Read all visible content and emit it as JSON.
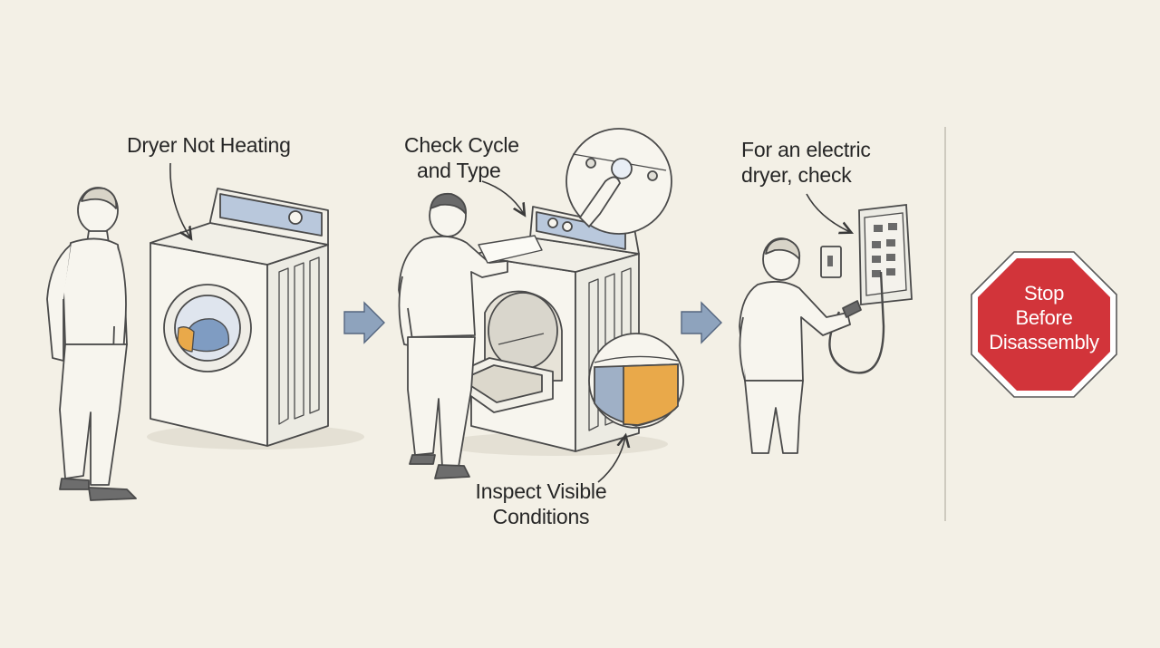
{
  "steps": [
    {
      "label": [
        "Dryer Not Heating"
      ]
    },
    {
      "label": [
        "Check Cycle",
        "and Type"
      ]
    },
    {
      "label": [
        "Inspect Visible",
        "Conditions"
      ]
    },
    {
      "label": [
        "For an electric",
        "dryer, check"
      ]
    }
  ],
  "stop_sign": {
    "text": [
      "Stop",
      "Before",
      "Disassembly"
    ]
  },
  "colors": {
    "background": "#f3f0e6",
    "stop_red": "#d2343a",
    "arrow_blue": "#8ea3bd",
    "panel_blue": "#b9c8dc",
    "lint_orange": "#e9a94a",
    "ink": "#4a4a4a"
  }
}
